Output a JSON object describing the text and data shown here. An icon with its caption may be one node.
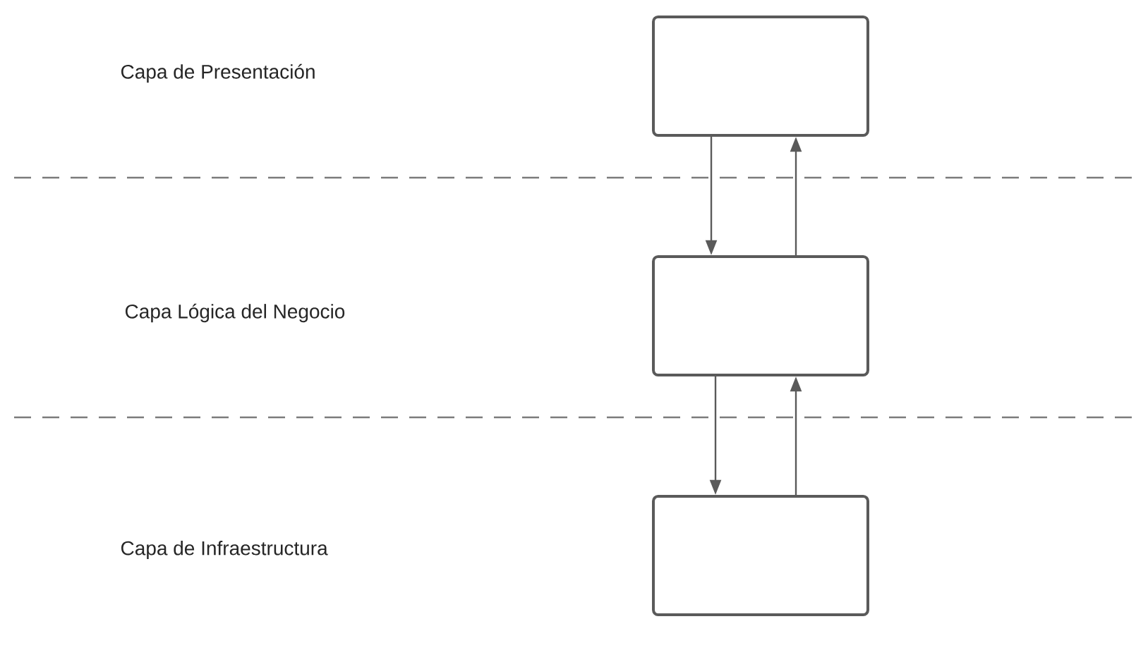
{
  "diagram": {
    "nodes": [
      {
        "text": [],
        "shape": "box"
      },
      {
        "text": [],
        "shape": "box"
      },
      {
        "text": [],
        "shape": "box"
      }
    ],
    "edges": [
      {
        "from": 0,
        "to": 1,
        "arrow": "to"
      },
      {
        "from": 1,
        "to": 0,
        "arrow": "to"
      },
      {
        "from": 1,
        "to": 2,
        "arrow": "to"
      },
      {
        "from": 2,
        "to": 1,
        "arrow": "to"
      }
    ],
    "labels": [
      "Capa de Presentación",
      "Capa Lógica del Negocio",
      "Capa de Infraestructura"
    ]
  }
}
